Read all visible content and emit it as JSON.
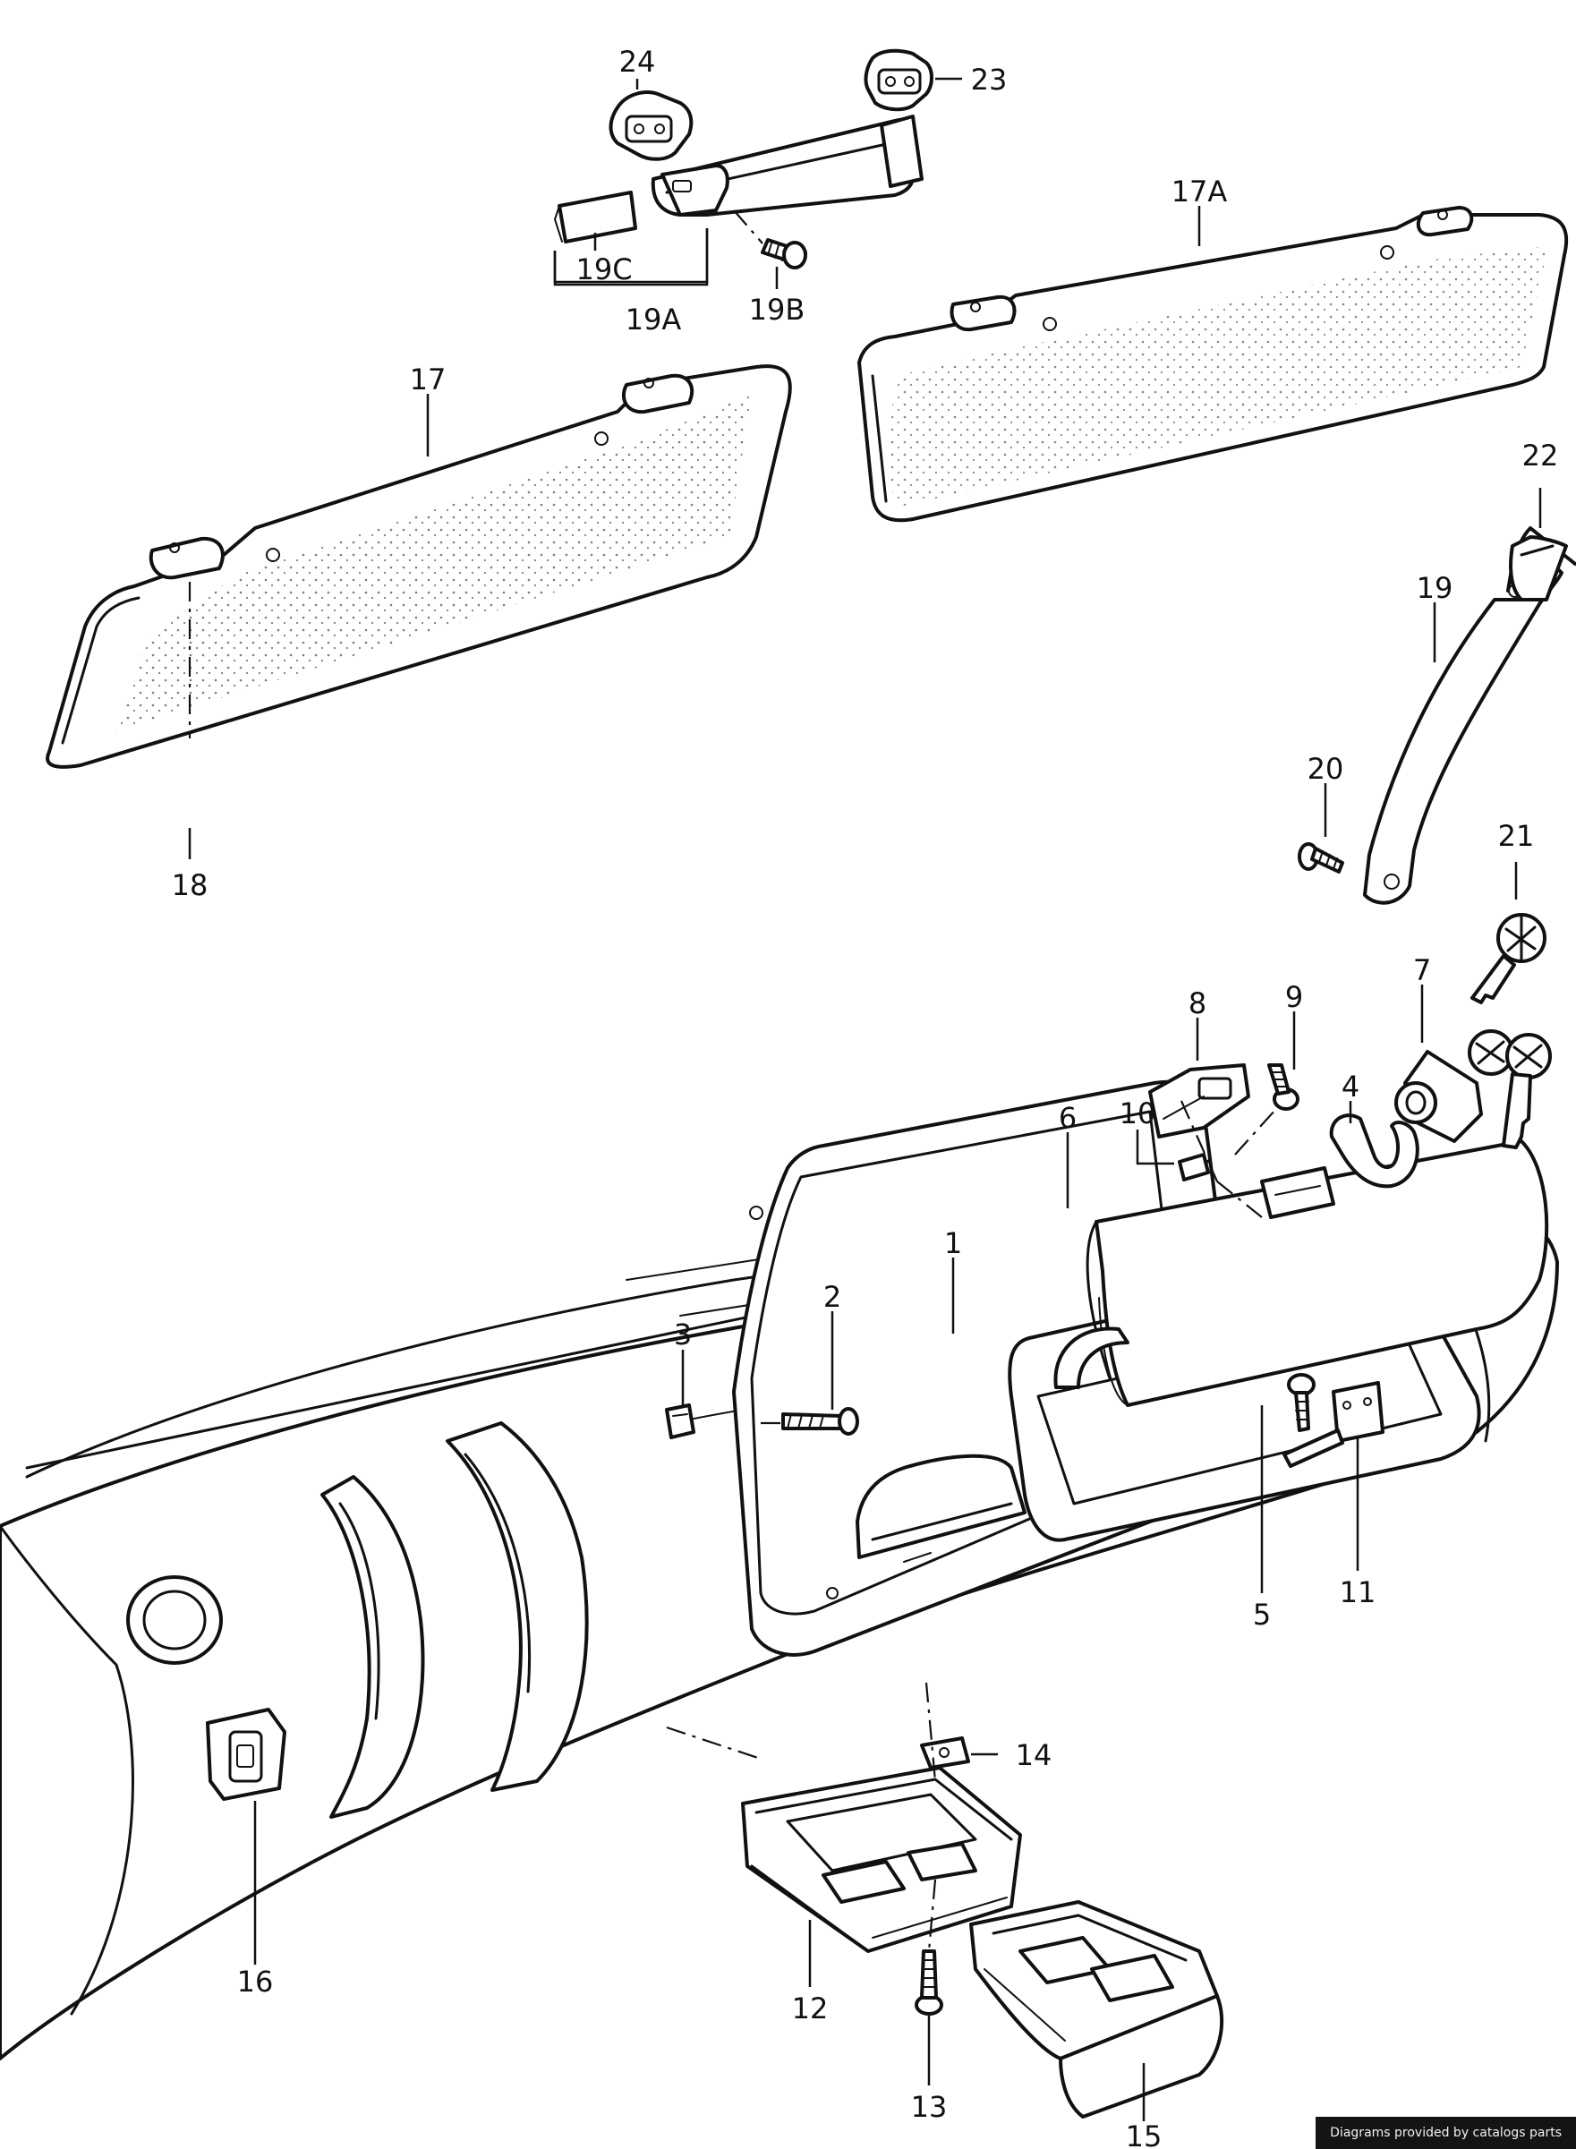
{
  "callouts": {
    "c1": "1",
    "c2": "2",
    "c3": "3",
    "c4": "4",
    "c5": "5",
    "c6": "6",
    "c7": "7",
    "c8": "8",
    "c9": "9",
    "c10": "10",
    "c11": "11",
    "c12": "12",
    "c13": "13",
    "c14": "14",
    "c15": "15",
    "c16": "16",
    "c17": "17",
    "c17a": "17A",
    "c18": "18",
    "c19": "19",
    "c19a": "19A",
    "c19b": "19B",
    "c19c": "19C",
    "c20": "20",
    "c21": "21",
    "c22": "22",
    "c23": "23",
    "c24": "24"
  },
  "credit": "Diagrams provided by catalogs parts",
  "colors": {
    "ink": "#111111",
    "paper": "#ffffff",
    "credit_bg": "#141414",
    "credit_text": "#f2f2f2"
  }
}
